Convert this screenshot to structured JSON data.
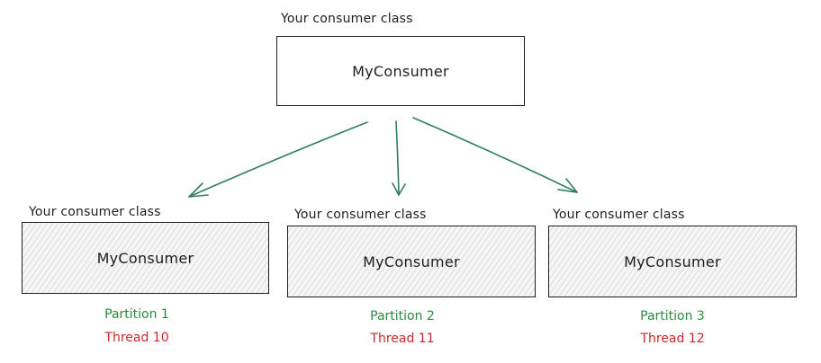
{
  "parent": {
    "caption": "Your consumer class",
    "label": "MyConsumer"
  },
  "children": [
    {
      "caption": "Your consumer class",
      "label": "MyConsumer",
      "partition": "Partition 1",
      "thread": "Thread 10"
    },
    {
      "caption": "Your consumer class",
      "label": "MyConsumer",
      "partition": "Partition 2",
      "thread": "Thread 11"
    },
    {
      "caption": "Your consumer class",
      "label": "MyConsumer",
      "partition": "Partition 3",
      "thread": "Thread 12"
    }
  ],
  "colors": {
    "arrow": "#2f7d5b",
    "partition": "#2b8a3e",
    "thread": "#c92a2a",
    "stroke": "#1e1e1e"
  }
}
